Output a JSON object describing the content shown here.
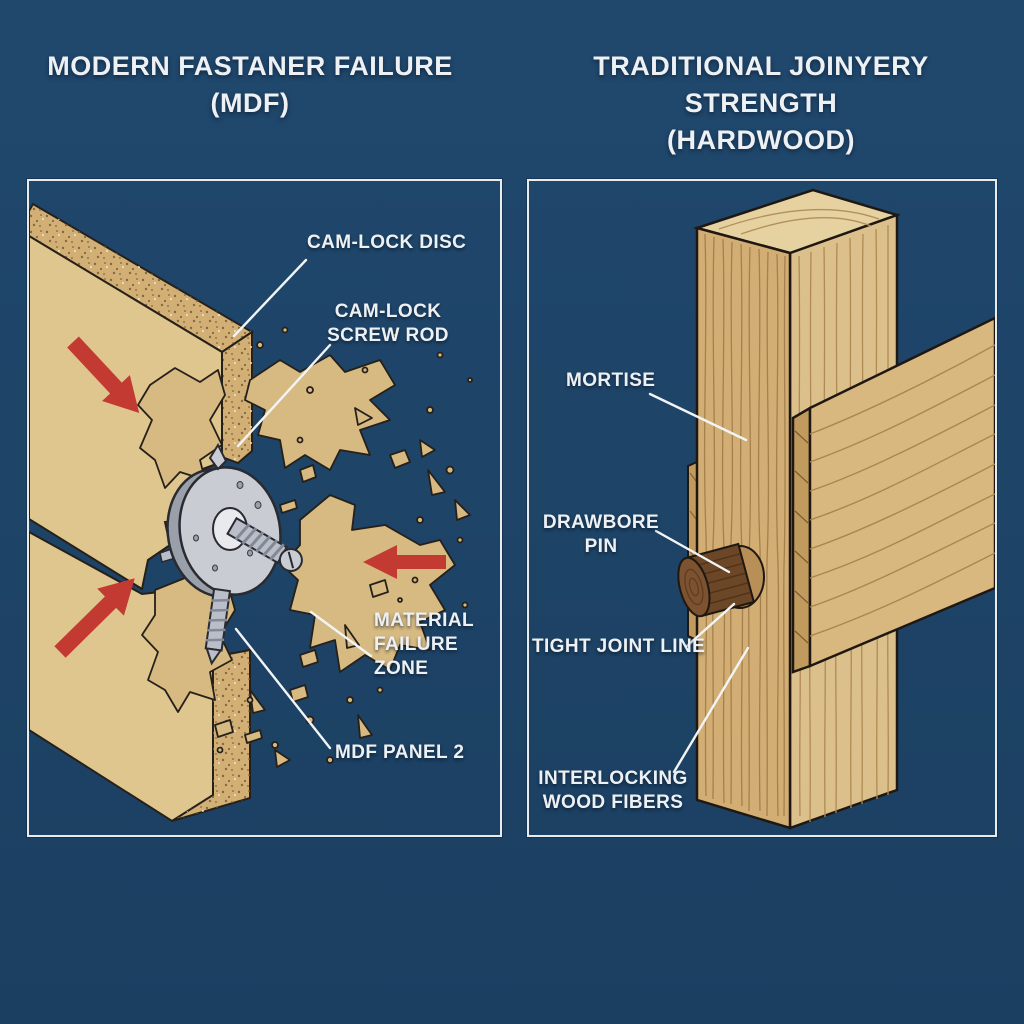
{
  "palette": {
    "bg_top": "#20486d",
    "bg_bottom": "#1b3f61",
    "panel_border": "#e9ecef",
    "text": "#eef1f4",
    "red": "#c23a31",
    "mdf_face": "#dfc68e",
    "mdf_edge": "#d2b075",
    "frag": "#d7ba82",
    "outline": "#26201a",
    "metal": "#c9ccd3",
    "metal_dark": "#9aa0aa",
    "metal_hub": "#e8eaee",
    "screw": "#b9bec8",
    "thread": "#828896",
    "wood_front": "#d2ae74",
    "wood_side": "#dcc08c",
    "wood_top": "#e6d1a0",
    "rail": "#d8b87e",
    "endgrain": "#c19a5e",
    "grain": "#a5804c",
    "pin": "#6b4627",
    "pin_end": "#7c5230",
    "pin_rim": "#b98f58",
    "leader": "#f2f4f6"
  },
  "titles": {
    "left": "MODERN FASTANER FAILURE\n(MDF)",
    "right": "TRADITIONAL JOINYERY STRENGTH\n(HARDWOOD)"
  },
  "left_panel": {
    "name": "modern-fastener-failure-diagram",
    "labels": {
      "cam_lock_disc": "CAM-LOCK DISC",
      "cam_lock_screw_rod": "CAM-LOCK\nSCREW ROD",
      "material_failure_zone": "MATERIAL\nFAILURE\nZONE",
      "mdf_panel_2": "MDF PANEL 2"
    }
  },
  "right_panel": {
    "name": "traditional-joinery-diagram",
    "labels": {
      "mortise": "MORTISE",
      "drawbore_pin": "DRAWBORE\nPIN",
      "tight_joint_line": "TIGHT JOINT LINE",
      "interlocking_wood_fibers": "INTERLOCKING\nWOOD FIBERS"
    }
  }
}
